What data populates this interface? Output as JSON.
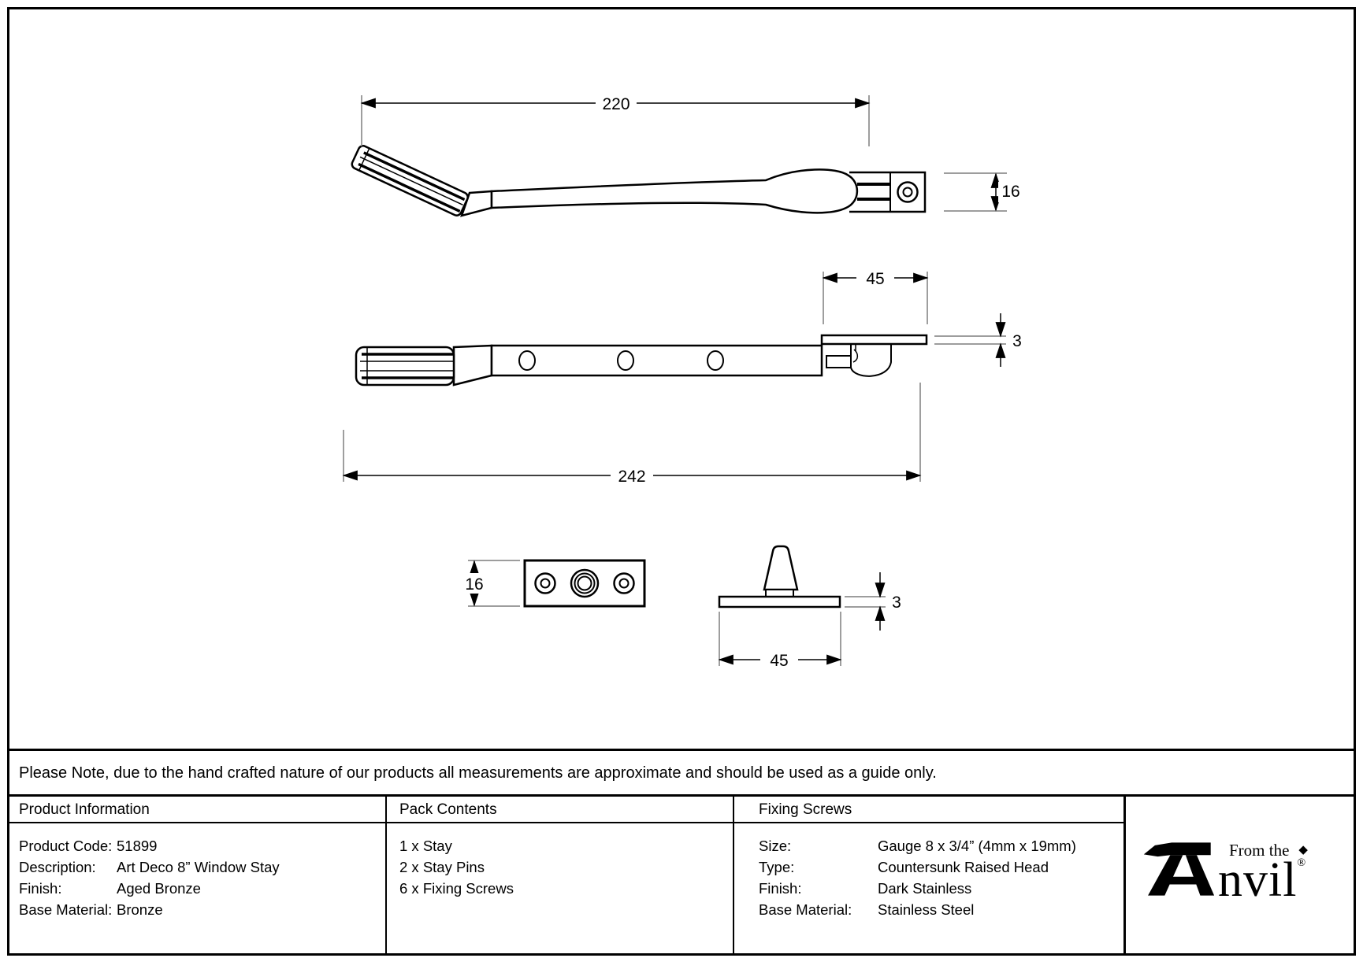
{
  "note": "Please Note, due to the hand crafted nature of our products all measurements are approximate and should be used as a guide only.",
  "drawing": {
    "dims": {
      "stay_length": "220",
      "stay_end_height": "16",
      "keep_plate_length": "45",
      "keep_plate_thickness": "3",
      "overall_length": "242",
      "keep_plate_width": "16",
      "pin_base_thickness": "3",
      "pin_base_width": "45"
    }
  },
  "tables": {
    "product_information": {
      "header": "Product Information",
      "rows": [
        {
          "label": "Product Code:",
          "value": "51899"
        },
        {
          "label": "Description:",
          "value": "Art Deco 8” Window Stay"
        },
        {
          "label": "Finish:",
          "value": "Aged Bronze"
        },
        {
          "label": "Base Material:",
          "value": "Bronze"
        }
      ]
    },
    "pack_contents": {
      "header": "Pack Contents",
      "items": [
        "1 x Stay",
        "2 x Stay Pins",
        "6 x Fixing Screws"
      ]
    },
    "fixing_screws": {
      "header": "Fixing Screws",
      "rows": [
        {
          "label": "Size:",
          "value": "Gauge 8 x 3/4” (4mm x 19mm)"
        },
        {
          "label": "Type:",
          "value": "Countersunk Raised Head"
        },
        {
          "label": "Finish:",
          "value": "Dark Stainless"
        },
        {
          "label": "Base Material:",
          "value": "Stainless Steel"
        }
      ]
    }
  },
  "logo": {
    "prefix": "From the",
    "diamond": "◆",
    "name_rest": "nvil",
    "registered": "®"
  },
  "colors": {
    "ink": "#000000",
    "extension_line": "#7d7d7d",
    "background": "#ffffff"
  }
}
